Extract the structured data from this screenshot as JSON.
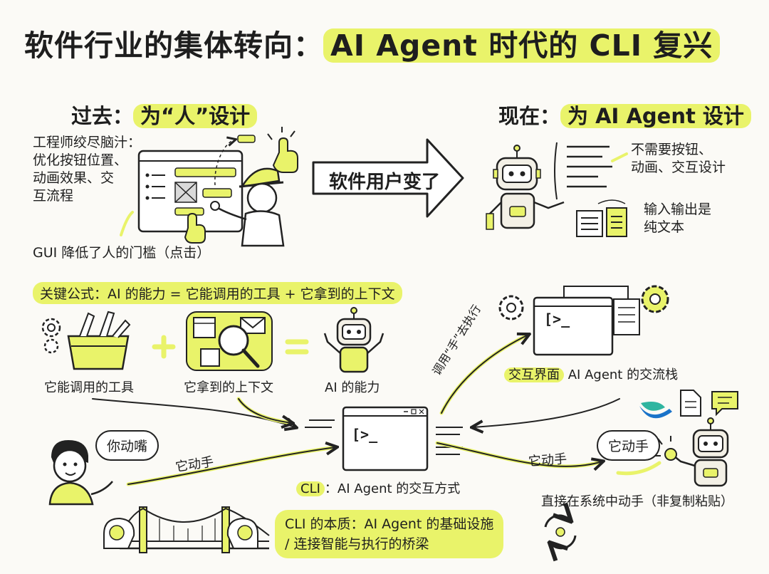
{
  "title": {
    "main": "软件行业的集体转向：",
    "highlight": "AI Agent 时代的 CLI 复兴"
  },
  "past": {
    "label": "过去：",
    "highlight": "为“人”设计",
    "engineer_text": [
      "工程师绞尽脑汁：",
      "优化按钮位置、",
      "动画效果、交",
      "互流程"
    ],
    "gui_caption": "GUI 降低了人的门槛（点击）"
  },
  "transition": {
    "label": "软件用户变了"
  },
  "now": {
    "label": "现在：",
    "highlight": "为 AI Agent 设计",
    "no_need": [
      "不需要按钮、",
      "动画、交互设计"
    ],
    "io_text": [
      "输入输出是",
      "纯文本"
    ]
  },
  "formula": {
    "label": "关键公式：AI 的能力 = 它能调用的工具 + 它拿到的上下文",
    "tools": "它能调用的工具",
    "context": "它拿到的上下文",
    "ability": "AI 的能力",
    "plus": "+",
    "equals": "="
  },
  "interface": {
    "label_hl": "交互界面",
    "label": "AI Agent 的交流栈",
    "call_hand": "调用“手”去执行",
    "prompt": "[>_"
  },
  "cli": {
    "prompt": "[>_",
    "label_hl": "CLI",
    "label": "：AI Agent 的交互方式"
  },
  "human": {
    "speech": "你动嘴",
    "it_acts": "它动手"
  },
  "robot_right": {
    "it_acts_label": "它动手",
    "speech": "它动手",
    "caption": "直接在系统中动手（非复制粘贴）"
  },
  "essence": {
    "line1": "CLI 的本质：AI Agent 的基础设施",
    "line2": "/ 连接智能与执行的桥梁"
  },
  "colors": {
    "accent": "#e9f36a",
    "ink": "#1e1e1e",
    "paper": "#fbfaf6",
    "robot_body": "#f3f0e6",
    "blue_logo": "#1a73c9",
    "teal_logo": "#2fb5a0"
  }
}
